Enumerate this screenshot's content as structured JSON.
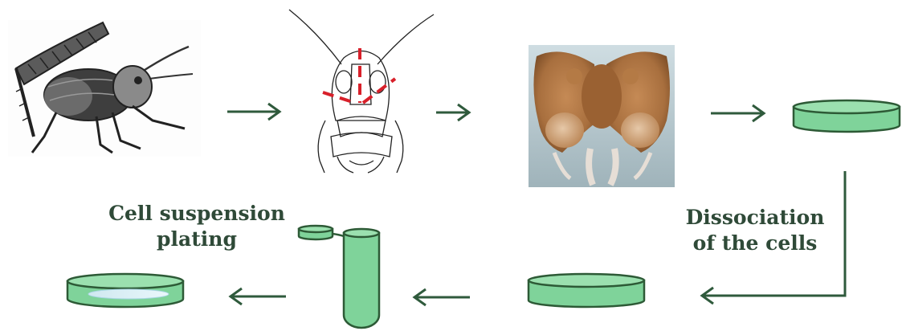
{
  "labels": {
    "left_line1": "Cell suspension",
    "left_line2": "plating",
    "right_line1": "Dissociation",
    "right_line2": "of the cells"
  },
  "colors": {
    "arrow": "#2f5a3c",
    "dish_fill": "#7fd39a",
    "dish_stroke": "#2d5a36",
    "cut_line": "#d8202a",
    "brain_bg": "#b9c9cf",
    "brain_tissue": "#a86f3e",
    "label_text": "#2f4a38"
  },
  "icons": {
    "grasshopper": "grasshopper-illustration",
    "head": "grasshopper-head-diagram",
    "brain": "dissected-brain-photo",
    "dish": "petri-dish-icon",
    "tube": "test-tube-icon"
  }
}
